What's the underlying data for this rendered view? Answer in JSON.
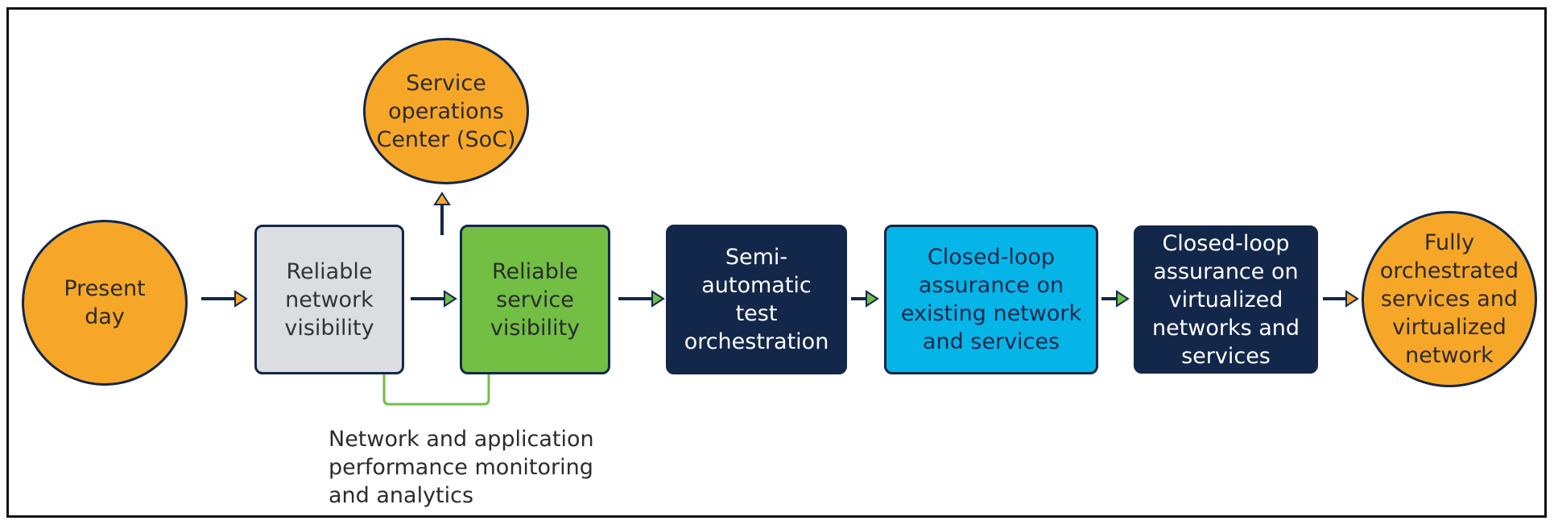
{
  "nodes": {
    "present_day": "Present\nday",
    "soc": "Service\noperations\nCenter (SoC)",
    "reliable_network": "Reliable\nnetwork\nvisibility",
    "reliable_service": "Reliable\nservice\nvisibility",
    "semi_automatic": "Semi-\nautomatic\ntest\norchestration",
    "closed_loop_existing": "Closed-loop\nassurance on\nexisting network\nand services",
    "closed_loop_virtualized": "Closed-loop\nassurance on\nvirtualized\nnetworks and\nservices",
    "fully_orchestrated": "Fully\norchestrated\nservices and\nvirtualized\nnetwork"
  },
  "annotation": "Network and application\nperformance monitoring\nand analytics",
  "colors": {
    "orange": "#f7a728",
    "navy": "#13274a",
    "gray": "#dcdde0",
    "green": "#72bf44",
    "cyan": "#06b5e8"
  }
}
